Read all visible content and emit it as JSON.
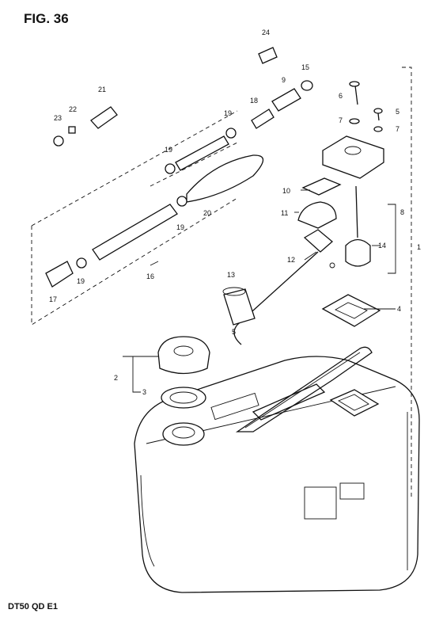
{
  "figure": {
    "title": "FIG. 36",
    "model_code": "DT50 QD E1"
  },
  "callouts": {
    "c1": "1",
    "c2": "2",
    "c3": "3",
    "c4": "4",
    "c5": "5",
    "c5b": "5",
    "c6": "6",
    "c7a": "7",
    "c7b": "7",
    "c8": "8",
    "c9": "9",
    "c10": "10",
    "c11": "11",
    "c12": "12",
    "c13": "13",
    "c14": "14",
    "c15": "15",
    "c16": "16",
    "c17": "17",
    "c18": "18",
    "c19a": "19",
    "c19b": "19",
    "c19c": "19",
    "c19d": "19",
    "c20": "20",
    "c21": "21",
    "c22": "22",
    "c23": "23",
    "c24": "24"
  },
  "colors": {
    "ink": "#111111",
    "paper": "#ffffff"
  }
}
